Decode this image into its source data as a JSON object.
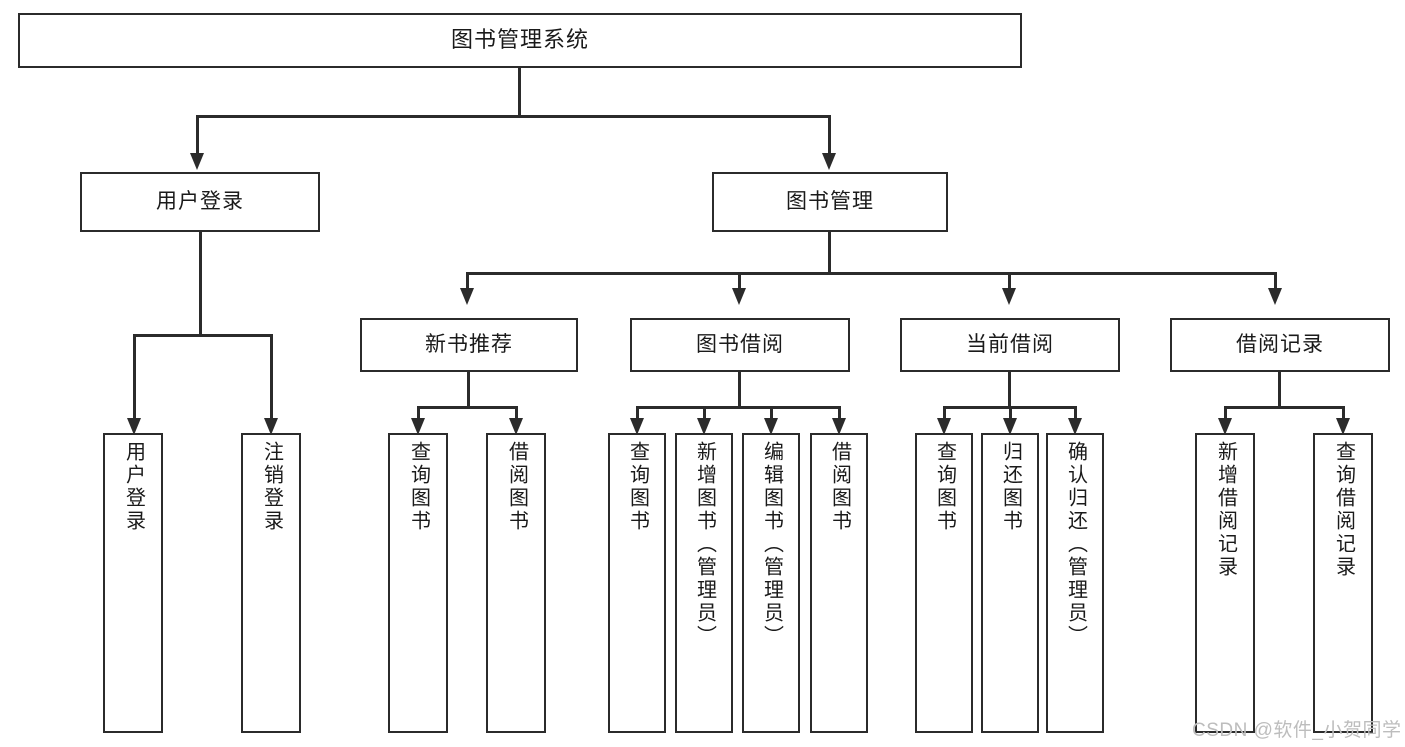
{
  "diagram": {
    "title": "图书管理系统",
    "type": "hierarchy-tree",
    "orientation": "top-down",
    "colors": {
      "stroke": "#2b2b2b",
      "fill": "#ffffff",
      "text": "#1a1a1a",
      "watermark": "#bdbdbd"
    },
    "root": {
      "label": "图书管理系统"
    },
    "level2": [
      {
        "id": "user-login",
        "label": "用户登录"
      },
      {
        "id": "book-manage",
        "label": "图书管理"
      }
    ],
    "level3": [
      {
        "id": "new-book-recommend",
        "label": "新书推荐"
      },
      {
        "id": "book-borrow",
        "label": "图书借阅"
      },
      {
        "id": "current-borrow",
        "label": "当前借阅"
      },
      {
        "id": "borrow-record",
        "label": "借阅记录"
      }
    ],
    "leaves": {
      "user_login": [
        {
          "id": "leaf-user-login",
          "label": "用户登录"
        },
        {
          "id": "leaf-user-logout",
          "label": "注销登录"
        }
      ],
      "new_book_recommend": [
        {
          "id": "leaf-query-book-1",
          "label": "查询图书"
        },
        {
          "id": "leaf-borrow-book-1",
          "label": "借阅图书"
        }
      ],
      "book_borrow": [
        {
          "id": "leaf-query-book-2",
          "label": "查询图书"
        },
        {
          "id": "leaf-add-book",
          "label": "新增图书（管理员）"
        },
        {
          "id": "leaf-edit-book",
          "label": "编辑图书（管理员）"
        },
        {
          "id": "leaf-borrow-book-2",
          "label": "借阅图书"
        }
      ],
      "current_borrow": [
        {
          "id": "leaf-query-book-3",
          "label": "查询图书"
        },
        {
          "id": "leaf-return-book",
          "label": "归还图书"
        },
        {
          "id": "leaf-confirm-return",
          "label": "确认归还（管理员）"
        }
      ],
      "borrow_record": [
        {
          "id": "leaf-add-record",
          "label": "新增借阅记录"
        },
        {
          "id": "leaf-query-record",
          "label": "查询借阅记录"
        }
      ]
    }
  },
  "watermark": {
    "text": "CSDN @软件_小贺同学"
  }
}
